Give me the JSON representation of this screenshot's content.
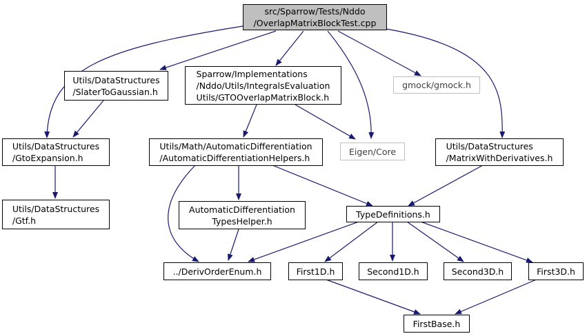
{
  "colors": {
    "edge": "#191970",
    "root_fill": "#bfbfbf",
    "external_border": "#bfbfbf"
  },
  "nodes": {
    "root": "src/Sparrow/Tests/Nddo\n/OverlapMatrixBlockTest.cpp",
    "slater": "Utils/DataStructures\n/SlaterToGaussian.h",
    "gto_block": "Sparrow/Implementations\n/Nddo/Utils/IntegralsEvaluation\nUtils/GTOOverlapMatrixBlock.h",
    "gmock": "gmock/gmock.h",
    "gto_expansion": "Utils/DataStructures\n/GtoExpansion.h",
    "ad_helpers": "Utils/Math/AutomaticDifferentiation\n/AutomaticDifferentiationHelpers.h",
    "eigen": "Eigen/Core",
    "matrix_deriv": "Utils/DataStructures\n/MatrixWithDerivatives.h",
    "gtf": "Utils/DataStructures\n/Gtf.h",
    "types_helper": "AutomaticDifferentiation\nTypesHelper.h",
    "type_defs": "TypeDefinitions.h",
    "deriv_order": "../DerivOrderEnum.h",
    "first1d": "First1D.h",
    "second1d": "Second1D.h",
    "second3d": "Second3D.h",
    "first3d": "First3D.h",
    "first_base": "FirstBase.h"
  }
}
